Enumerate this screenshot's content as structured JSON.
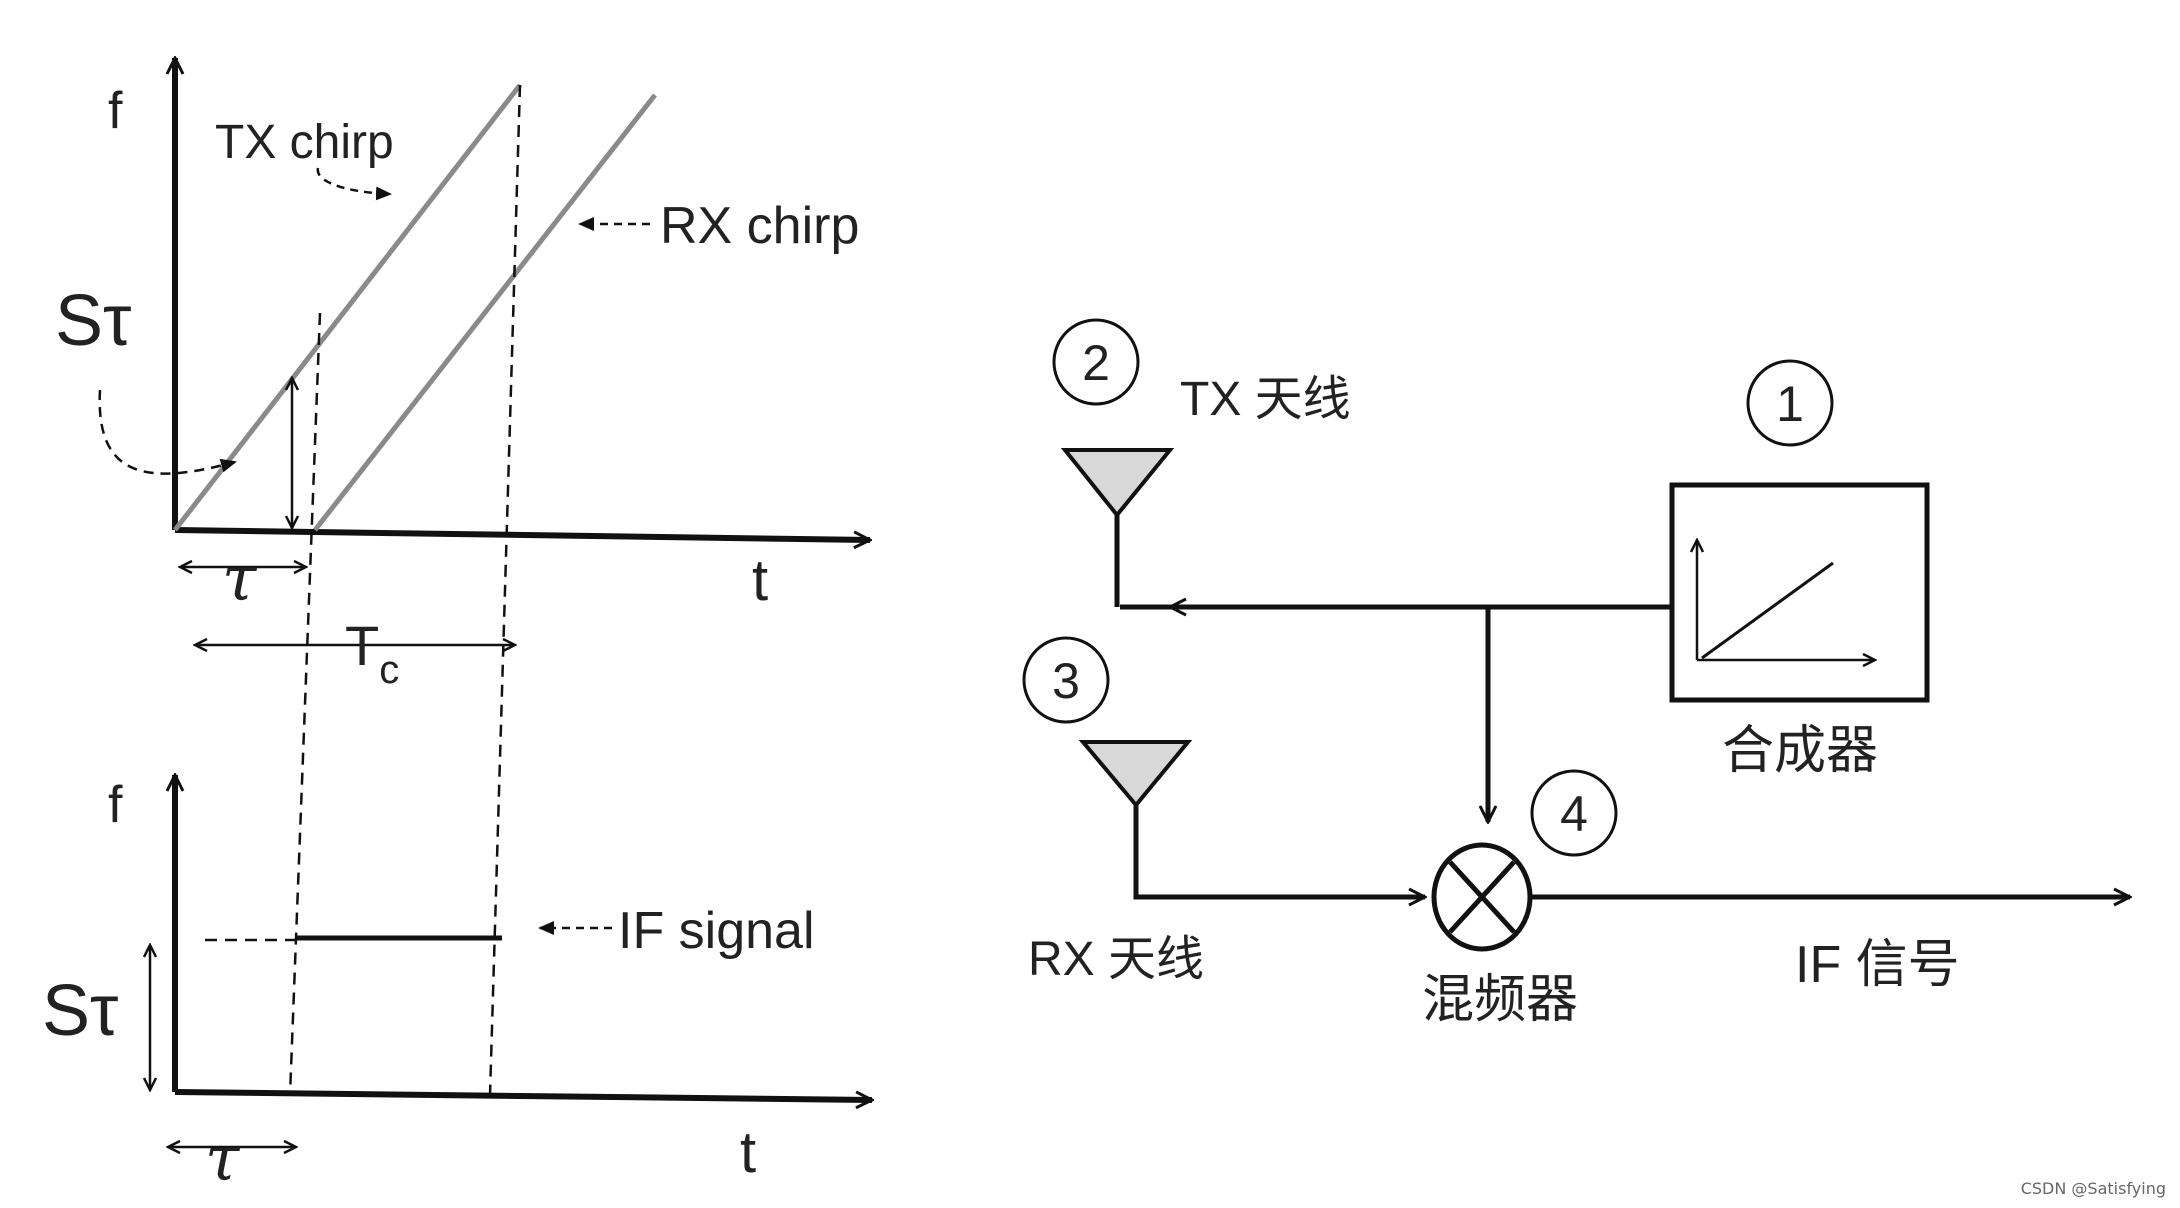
{
  "chirp_plot": {
    "f_axis_label": "f",
    "t_axis_label": "t",
    "tx_chirp_label": "TX chirp",
    "rx_chirp_label": "RX chirp",
    "s_tau_label": "Sτ",
    "tau_label": "τ",
    "tc_label_main": "T",
    "tc_label_sub": "c"
  },
  "if_plot": {
    "f_axis_label": "f",
    "t_axis_label": "t",
    "if_signal_label": "IF signal",
    "s_tau_label": "Sτ",
    "tau_label": "τ"
  },
  "block_diagram": {
    "synth_number": "1",
    "synth_label": "合成器",
    "tx_number": "2",
    "tx_label": "TX 天线",
    "rx_number": "3",
    "rx_label": "RX 天线",
    "mixer_number": "4",
    "mixer_label": "混频器",
    "if_output_label": "IF 信号"
  },
  "watermark": "CSDN @Satisfying",
  "colors": {
    "line": "#111111",
    "chirp_line": "#8a8a8a",
    "antenna_fill": "#d8d8d8"
  }
}
